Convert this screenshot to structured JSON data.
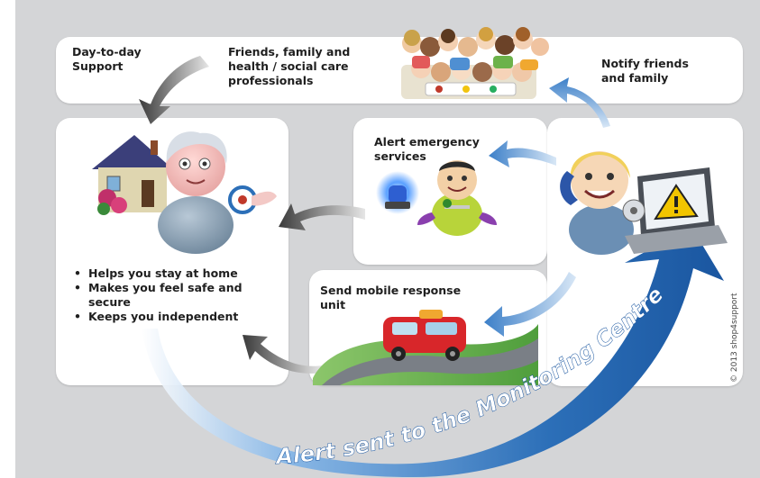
{
  "support": {
    "day_to_day": "Day-to-day\nSupport",
    "network": "Friends, family and\nhealth / social care\nprofessionals",
    "notify": "Notify friends\nand family"
  },
  "home": {
    "bullets": [
      "Helps you stay at home",
      "Makes you feel safe and\nsecure",
      "Keeps you independent"
    ]
  },
  "emergency": {
    "label": "Alert emergency\nservices"
  },
  "mobile": {
    "label": "Send mobile response\nunit"
  },
  "banner": {
    "text": "Alert sent to the Monitoring Centre"
  },
  "copyright": "© 2013 shop4support",
  "colors": {
    "background": "#d4d5d7",
    "panel": "#ffffff",
    "blue_arrow": "#1a5fa8",
    "grey_arrow": "#3a3a3a",
    "light_blue": "#4f8fd2"
  }
}
